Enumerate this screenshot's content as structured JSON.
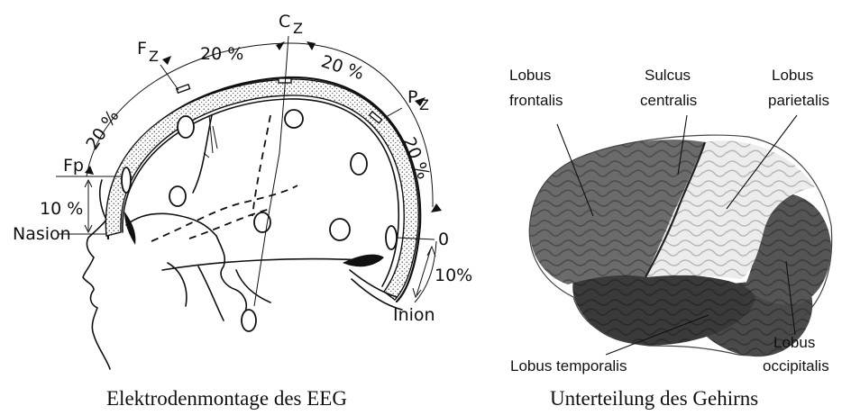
{
  "left_figure": {
    "caption": "Elektrodenmontage des EEG",
    "electrodes": {
      "cz": "C",
      "cz_sub": "Z",
      "fz": "F",
      "fz_sub": "Z",
      "pz": "P",
      "pz_sub": "Z",
      "fp": "Fp",
      "o": "0"
    },
    "landmarks": {
      "nasion": "Nasion",
      "inion": "Inion"
    },
    "spacings": {
      "fp_fz": "20 %",
      "fz_cz": "20 %",
      "cz_pz": "20 %",
      "pz_o": "20 %",
      "nasion_fp": "10 %",
      "o_inion": "10%"
    }
  },
  "right_figure": {
    "caption": "Unterteilung des Gehirns",
    "labels": {
      "frontalis_1": "Lobus",
      "frontalis_2": "frontalis",
      "centralis_1": "Sulcus",
      "centralis_2": "centralis",
      "parietalis_1": "Lobus",
      "parietalis_2": "parietalis",
      "temporalis": "Lobus temporalis",
      "occipitalis_1": "Lobus",
      "occipitalis_2": "occipitalis"
    },
    "colors": {
      "frontal": "#6b6b6b",
      "parietal": "#ececec",
      "temporal": "#3a3a3a",
      "occipital": "#555555",
      "cerebellum": "#4a4a4a"
    }
  }
}
